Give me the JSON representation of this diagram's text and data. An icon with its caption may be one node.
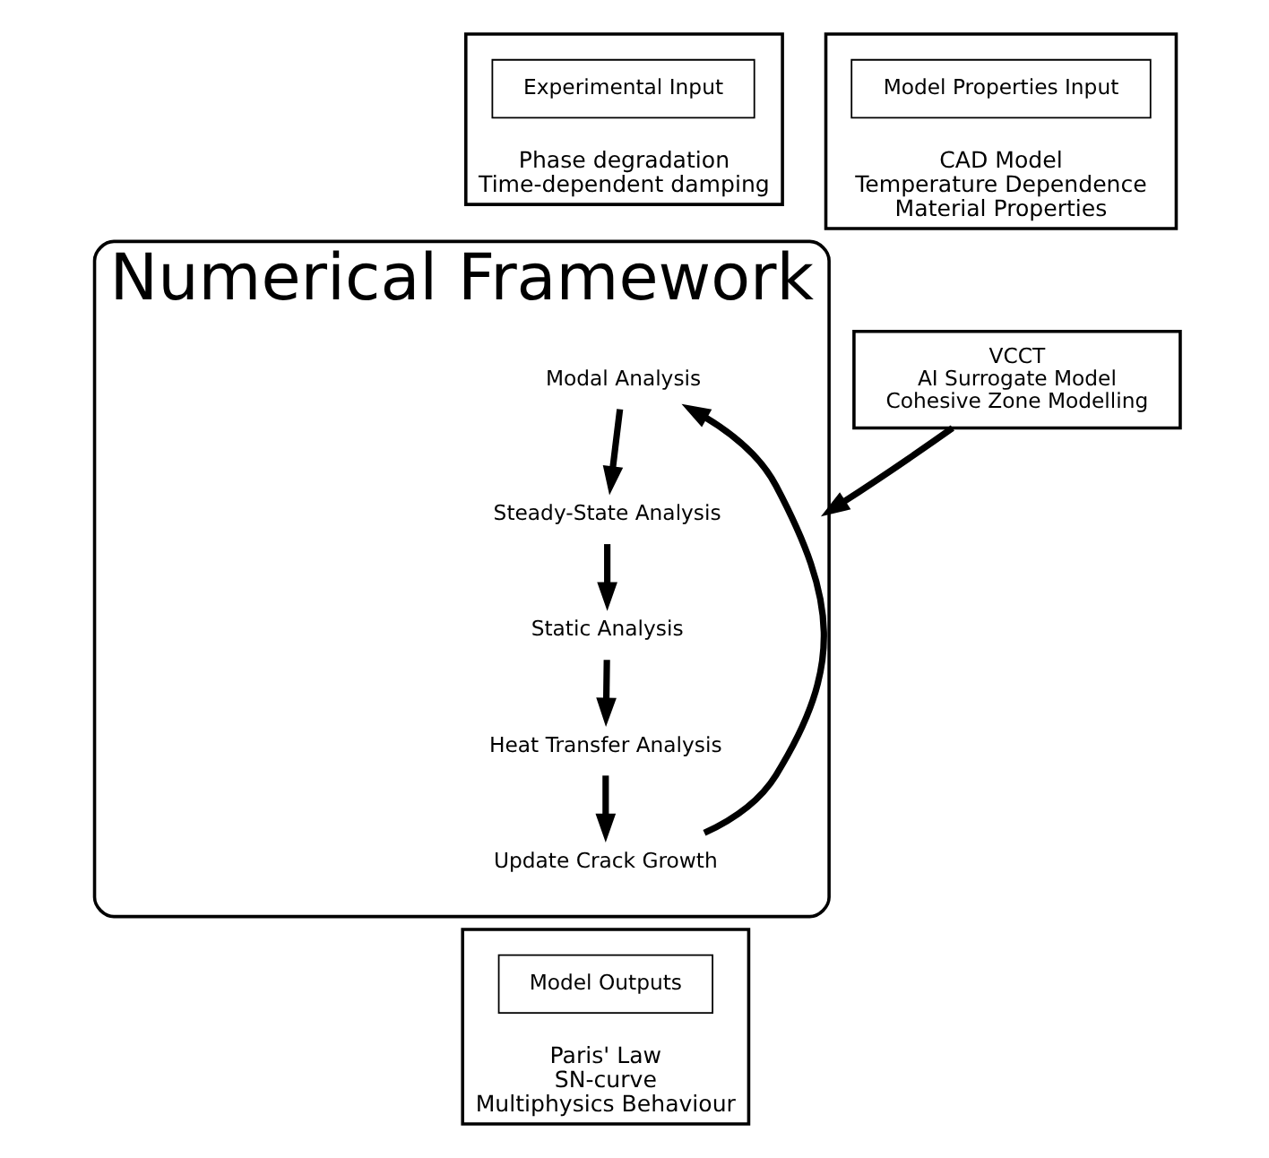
{
  "diagram": {
    "nodes": [
      {
        "text": [
          "Phase degradation",
          "Time-dependent damping"
        ]
      },
      {
        "text": [
          "Experimental Input"
        ],
        "in": 0
      },
      {
        "text": [
          "CAD Model",
          "Temperature Dependence",
          "Material Properties"
        ]
      },
      {
        "text": [
          "Model Properties Input"
        ],
        "in": 2
      },
      {
        "text": [
          "Numerical Framework"
        ]
      },
      {
        "text": [
          "Modal Analysis"
        ],
        "in": 4
      },
      {
        "text": [
          "Steady-State Analysis"
        ],
        "in": 4
      },
      {
        "text": [
          "Static Analysis"
        ],
        "in": 4
      },
      {
        "text": [
          "Heat Transfer Analysis"
        ],
        "in": 4
      },
      {
        "text": [
          "Update Crack Growth"
        ],
        "in": 4
      },
      {
        "text": [
          "VCCT",
          "AI Surrogate Model",
          "Cohesive Zone Modelling"
        ]
      },
      {
        "text": [
          "Paris' Law",
          "SN-curve",
          "Multiphysics Behaviour"
        ]
      },
      {
        "text": [
          "Model Outputs"
        ],
        "in": 11
      }
    ],
    "edges": [
      {
        "from": 5,
        "to": 6,
        "arrow": "to"
      },
      {
        "from": 6,
        "to": 7,
        "arrow": "to"
      },
      {
        "from": 7,
        "to": 8,
        "arrow": "to"
      },
      {
        "from": 8,
        "to": 9,
        "arrow": "to"
      },
      {
        "from": 9,
        "to": 5,
        "arrow": "to"
      },
      {
        "from": 10,
        "to": 4,
        "arrow": "to"
      }
    ]
  }
}
